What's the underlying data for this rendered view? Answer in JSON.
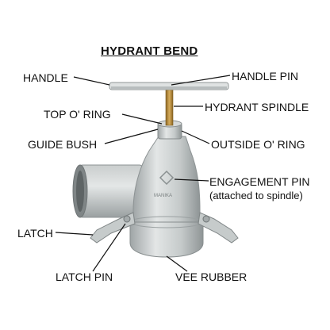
{
  "title": "HYDRANT BEND",
  "labels": {
    "handle": "HANDLE",
    "handle_pin": "HANDLE PIN",
    "top_o_ring": "TOP O' RING",
    "hydrant_spindle": "HYDRANT SPINDLE",
    "guide_bush": "GUIDE BUSH",
    "outside_o_ring": "OUTSIDE O' RING",
    "engagement_pin": "ENGAGEMENT PIN",
    "engagement_pin_note": "(attached to spindle)",
    "latch": "LATCH",
    "latch_pin": "LATCH PIN",
    "vee_rubber": "VEE RUBBER"
  },
  "colors": {
    "metal_light": "#d9dcdc",
    "metal_mid": "#b4b9ba",
    "metal_dark": "#8d9394",
    "brass": "#b78a3a",
    "leader": "#111111"
  }
}
